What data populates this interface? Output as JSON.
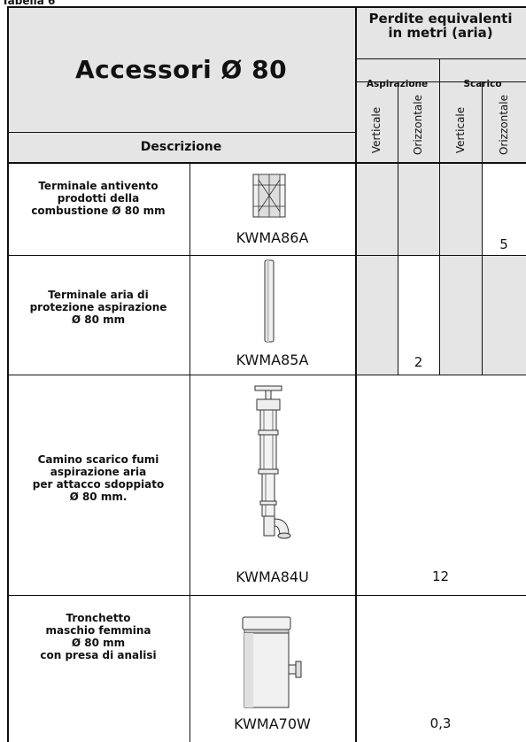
{
  "caption": "Tabella 6",
  "title": "Accessori Ø 80",
  "perdite_line1": "Perdite equivalenti",
  "perdite_line2": "in metri (aria)",
  "aspirazione": "Aspirazione",
  "scarico": "Scarico",
  "verticale": "Verticale",
  "orizzontale": "Orizzontale",
  "descrizione": "Descrizione",
  "rows": [
    {
      "desc": [
        "Terminale antivento",
        "prodotti della",
        "combustione Ø 80 mm"
      ],
      "code": "KWMA86A",
      "value": "5",
      "image": "terminal-antivento-icon"
    },
    {
      "desc": [
        "Terminale aria di",
        "protezione aspirazione",
        "Ø 80 mm"
      ],
      "code": "KWMA85A",
      "value": "2",
      "image": "terminal-aria-icon"
    },
    {
      "desc": [
        "Camino scarico fumi",
        "aspirazione aria",
        "per attacco sdoppiato",
        "Ø 80 mm."
      ],
      "code": "KWMA84U",
      "value": "12",
      "image": "camino-scarico-icon"
    },
    {
      "desc": [
        "Tronchetto",
        "maschio femmina",
        "Ø 80 mm",
        "con presa di analisi"
      ],
      "code": "KWMA70W",
      "value": "0,3",
      "image": "tronchetto-icon"
    }
  ],
  "colors": {
    "grey": "#e5e5e5",
    "line": "#111111"
  }
}
